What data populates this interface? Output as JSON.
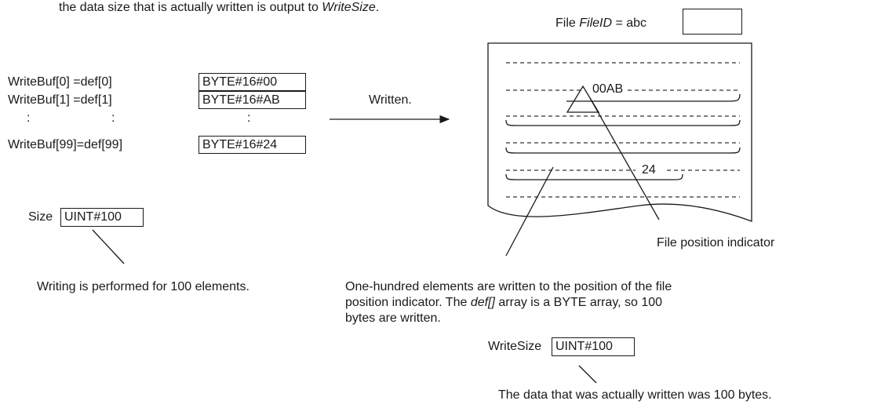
{
  "header_note": {
    "pre": "the data size that is actually written is output to ",
    "italic": "WriteSize",
    "post": "."
  },
  "file_label": {
    "pre": "File ",
    "italic": "FileID",
    "post": " = abc"
  },
  "assignments": [
    {
      "lhs": "WriteBuf[0] =def[0]",
      "value": "BYTE#16#00"
    },
    {
      "lhs": "WriteBuf[1] =def[1]",
      "value": "BYTE#16#AB"
    },
    {
      "lhs": "WriteBuf[99]=def[99]",
      "value": "BYTE#16#24"
    }
  ],
  "ellipsis": ":",
  "arrow_label": "Written.",
  "file_values": {
    "first": "00AB",
    "last": "24"
  },
  "size": {
    "label": "Size",
    "value": "UINT#100"
  },
  "size_note": "Writing is performed for 100 elements.",
  "file_position_label": "File position indicator",
  "elements_note": {
    "line1": "One-hundred elements are written to the position of the file",
    "line2_pre": "position indicator. The ",
    "line2_italic": "def[]",
    "line2_post": " array is a BYTE array, so 100",
    "line3": "bytes are written."
  },
  "write_size": {
    "label": "WriteSize",
    "value": "UINT#100"
  },
  "write_size_note": "The data that was actually written was 100 bytes."
}
